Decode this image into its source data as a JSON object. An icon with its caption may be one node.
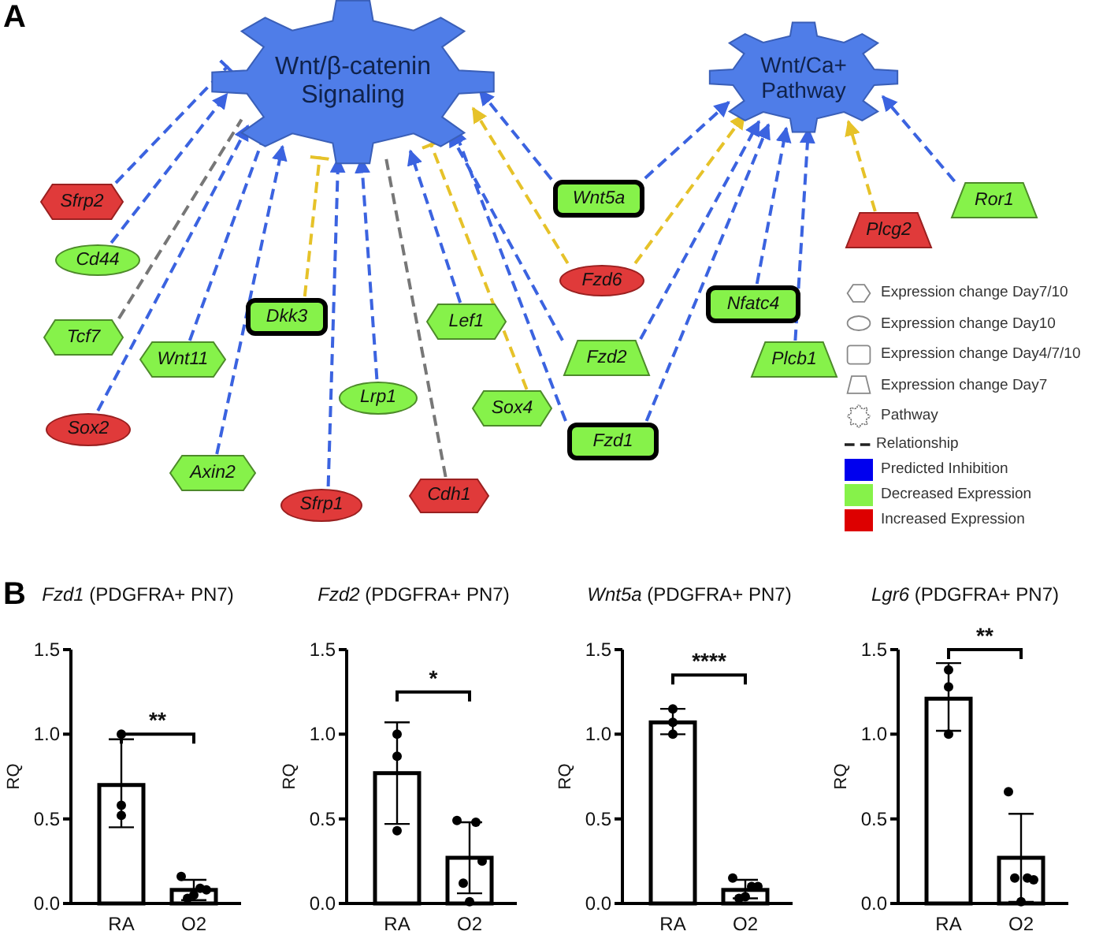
{
  "diagram": {
    "nodes": [
      {
        "text": [
          "Wnt/β-catenin Signaling"
        ]
      },
      {
        "text": [
          "Wnt/Ca+ Pathway"
        ]
      },
      {
        "text": [
          "Sfrp2"
        ]
      },
      {
        "text": [
          "Cd44"
        ]
      },
      {
        "text": [
          "Tcf7"
        ]
      },
      {
        "text": [
          "Wnt11"
        ]
      },
      {
        "text": [
          "Dkk3"
        ]
      },
      {
        "text": [
          "Sox2"
        ]
      },
      {
        "text": [
          "Axin2"
        ]
      },
      {
        "text": [
          "Lrp1"
        ]
      },
      {
        "text": [
          "Sfrp1"
        ]
      },
      {
        "text": [
          "Lef1"
        ]
      },
      {
        "text": [
          "Sox4"
        ]
      },
      {
        "text": [
          "Cdh1"
        ]
      },
      {
        "text": [
          "Wnt5a"
        ]
      },
      {
        "text": [
          "Fzd6"
        ]
      },
      {
        "text": [
          "Fzd2"
        ]
      },
      {
        "text": [
          "Nfatc4"
        ]
      },
      {
        "text": [
          "Fzd1"
        ]
      },
      {
        "text": [
          "Plcb1"
        ]
      },
      {
        "text": [
          "Plcg2"
        ]
      },
      {
        "text": [
          "Ror1"
        ]
      }
    ],
    "edges": [
      {
        "from": 2,
        "to": 0,
        "arrow": "other",
        "style": "dashed"
      },
      {
        "from": 3,
        "to": 0,
        "arrow": "to",
        "style": "dashed"
      },
      {
        "from": 4,
        "to": 0,
        "arrow": "none",
        "style": "dashed",
        "color": "#777777"
      },
      {
        "from": 7,
        "to": 0,
        "arrow": "to",
        "style": "dashed"
      },
      {
        "from": 5,
        "to": 0,
        "arrow": "other",
        "style": "dashed"
      },
      {
        "from": 8,
        "to": 0,
        "arrow": "to",
        "style": "dashed"
      },
      {
        "from": 6,
        "to": 0,
        "arrow": "other",
        "style": "dashed",
        "color": "#e6c229"
      },
      {
        "from": 10,
        "to": 0,
        "arrow": "to",
        "style": "dashed"
      },
      {
        "from": 9,
        "to": 0,
        "arrow": "to",
        "style": "dashed"
      },
      {
        "from": 13,
        "to": 0,
        "arrow": "none",
        "style": "dashed",
        "color": "#777777"
      },
      {
        "from": 11,
        "to": 0,
        "arrow": "to",
        "style": "dashed"
      },
      {
        "from": 12,
        "to": 0,
        "arrow": "other",
        "style": "dashed",
        "color": "#e6c229"
      },
      {
        "from": 16,
        "to": 0,
        "arrow": "to",
        "style": "dashed"
      },
      {
        "from": 18,
        "to": 0,
        "arrow": "to",
        "style": "dashed"
      },
      {
        "from": 15,
        "to": 0,
        "arrow": "to",
        "style": "dashed",
        "color": "#e6c229"
      },
      {
        "from": 14,
        "to": 0,
        "arrow": "to",
        "style": "dashed"
      },
      {
        "from": 14,
        "to": 1,
        "arrow": "to",
        "style": "dashed"
      },
      {
        "from": 15,
        "to": 1,
        "arrow": "to",
        "style": "dashed",
        "color": "#e6c229"
      },
      {
        "from": 16,
        "to": 1,
        "arrow": "to",
        "style": "dashed"
      },
      {
        "from": 18,
        "to": 1,
        "arrow": "to",
        "style": "dashed"
      },
      {
        "from": 17,
        "to": 1,
        "arrow": "to",
        "style": "dashed"
      },
      {
        "from": 19,
        "to": 1,
        "arrow": "to",
        "style": "dashed"
      },
      {
        "from": 20,
        "to": 1,
        "arrow": "to",
        "style": "dashed",
        "color": "#e6c229"
      },
      {
        "from": 21,
        "to": 1,
        "arrow": "to",
        "style": "dashed"
      }
    ],
    "labels": [
      "A",
      "B"
    ],
    "legend": [
      {
        "text": "Expression change Day7/10"
      },
      {
        "text": "Expression change Day10"
      },
      {
        "text": "Expression change Day4/7/10"
      },
      {
        "text": "Expression change Day7"
      },
      {
        "text": "Pathway"
      },
      {
        "text": "Relationship"
      },
      {
        "text": "Predicted Inhibition",
        "color": "#0000ee"
      },
      {
        "text": "Decreased Expression",
        "color": "#86f24a"
      },
      {
        "text": "Increased Expression",
        "color": "#dd0000"
      }
    ],
    "chart_data": [
      {
        "type": "bar",
        "title": "*Fzd1* (PDGFRA+ PN7)",
        "ylabel": "RQ",
        "categories": [
          "RA",
          "O2"
        ],
        "series": [
          {
            "color": "#ffffff",
            "values": [
              0.7,
              0.08
            ],
            "errors": [
              [
                0.45,
                0.97
              ],
              [
                0.02,
                0.14
              ]
            ]
          }
        ],
        "ylim": [
          0,
          1.5
        ],
        "yticks": [
          {
            "value": 0,
            "label": "0.0"
          },
          {
            "value": 0.5,
            "label": "0.5"
          },
          {
            "value": 1,
            "label": "1.0"
          },
          {
            "value": 1.5,
            "label": "1.5"
          }
        ],
        "annotations": [
          "**"
        ]
      },
      {
        "type": "bar",
        "title": "*Fzd2* (PDGFRA+ PN7)",
        "ylabel": "RQ",
        "categories": [
          "RA",
          "O2"
        ],
        "series": [
          {
            "color": "#ffffff",
            "values": [
              0.77,
              0.27
            ],
            "errors": [
              [
                0.47,
                1.07
              ],
              [
                0.06,
                0.48
              ]
            ]
          }
        ],
        "ylim": [
          0,
          1.5
        ],
        "yticks": [
          {
            "value": 0,
            "label": "0.0"
          },
          {
            "value": 0.5,
            "label": "0.5"
          },
          {
            "value": 1,
            "label": "1.0"
          },
          {
            "value": 1.5,
            "label": "1.5"
          }
        ],
        "annotations": [
          "*"
        ]
      },
      {
        "type": "bar",
        "title": "*Wnt5a* (PDGFRA+ PN7)",
        "ylabel": "RQ",
        "categories": [
          "RA",
          "O2"
        ],
        "series": [
          {
            "color": "#ffffff",
            "values": [
              1.07,
              0.08
            ],
            "errors": [
              [
                1.0,
                1.15
              ],
              [
                0.03,
                0.14
              ]
            ]
          }
        ],
        "ylim": [
          0,
          1.5
        ],
        "yticks": [
          {
            "value": 0,
            "label": "0.0"
          },
          {
            "value": 0.5,
            "label": "0.5"
          },
          {
            "value": 1,
            "label": "1.0"
          },
          {
            "value": 1.5,
            "label": "1.5"
          }
        ],
        "annotations": [
          "****"
        ]
      },
      {
        "type": "bar",
        "title": "*Lgr6* (PDGFRA+ PN7)",
        "ylabel": "RQ",
        "categories": [
          "RA",
          "O2"
        ],
        "series": [
          {
            "color": "#ffffff",
            "values": [
              1.21,
              0.27
            ],
            "errors": [
              [
                1.02,
                1.42
              ],
              [
                0.01,
                0.53
              ]
            ]
          }
        ],
        "ylim": [
          0,
          1.5
        ],
        "yticks": [
          {
            "value": 0,
            "label": "0.0"
          },
          {
            "value": 0.5,
            "label": "0.5"
          },
          {
            "value": 1,
            "label": "1.0"
          },
          {
            "value": 1.5,
            "label": "1.5"
          }
        ],
        "annotations": [
          "**"
        ]
      }
    ]
  }
}
